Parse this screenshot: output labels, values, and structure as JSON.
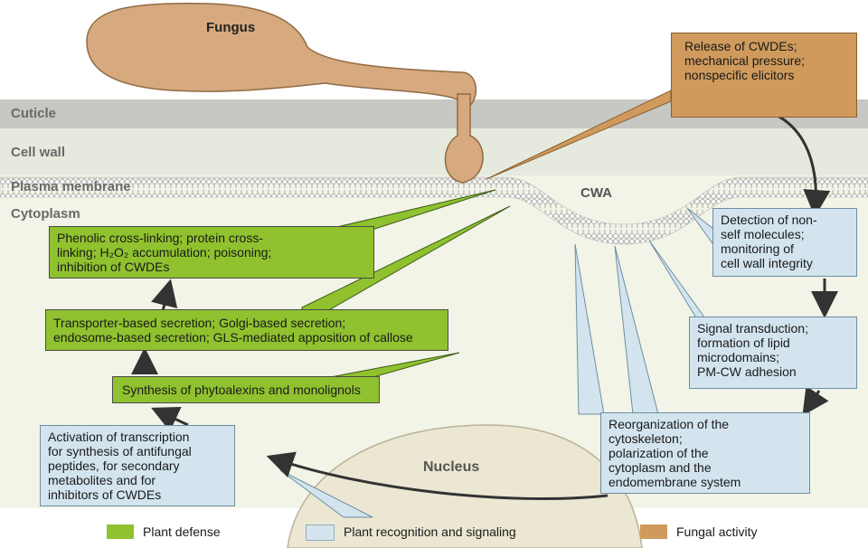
{
  "layers": {
    "cuticle": "Cuticle",
    "cell_wall": "Cell wall",
    "plasma_membrane": "Plasma membrane",
    "cytoplasm": "Cytoplasm"
  },
  "fungus_label": "Fungus",
  "cwa_label": "CWA",
  "nucleus_label": "Nucleus",
  "boxes": {
    "fungal_release": [
      "Release of CWDEs;",
      "mechanical pressure;",
      "nonspecific elicitors"
    ],
    "phenolic": [
      "Phenolic cross-linking; protein cross-",
      "linking; H₂O₂ accumulation; poisoning;",
      "inhibition of CWDEs"
    ],
    "transporter": [
      "Transporter-based secretion; Golgi-based secretion;",
      "endosome-based secretion; GLS-mediated apposition of callose"
    ],
    "synthesis": [
      "Synthesis of phytoalexins and monolignols"
    ],
    "activation": [
      "Activation of transcription",
      "for synthesis of antifungal",
      "peptides, for secondary",
      "metabolites and for",
      "inhibitors of CWDEs"
    ],
    "detection": [
      "Detection of non-",
      "self molecules;",
      "monitoring of",
      "cell wall integrity"
    ],
    "signal": [
      "Signal transduction;",
      "formation of lipid",
      "microdomains;",
      "PM-CW adhesion"
    ],
    "reorganization": [
      "Reorganization of the",
      "cytoskeleton;",
      "polarization of the",
      "cytoplasm and the",
      "endomembrane system"
    ]
  },
  "legend": {
    "items": [
      {
        "label": "Plant defense",
        "color": "#8fc22e"
      },
      {
        "label": "Plant recognition and signaling",
        "color": "#d3e4ee"
      },
      {
        "label": "Fungal activity",
        "color": "#cf9a5c"
      }
    ]
  },
  "colors": {
    "plant_defense": "#8fc22e",
    "plant_recognition": "#d3e4ee",
    "fungal_activity": "#cf9a5c",
    "cuticle": "#c7c7c3",
    "cell_wall": "#e6eade",
    "cytoplasm": "#f1f4e6"
  }
}
